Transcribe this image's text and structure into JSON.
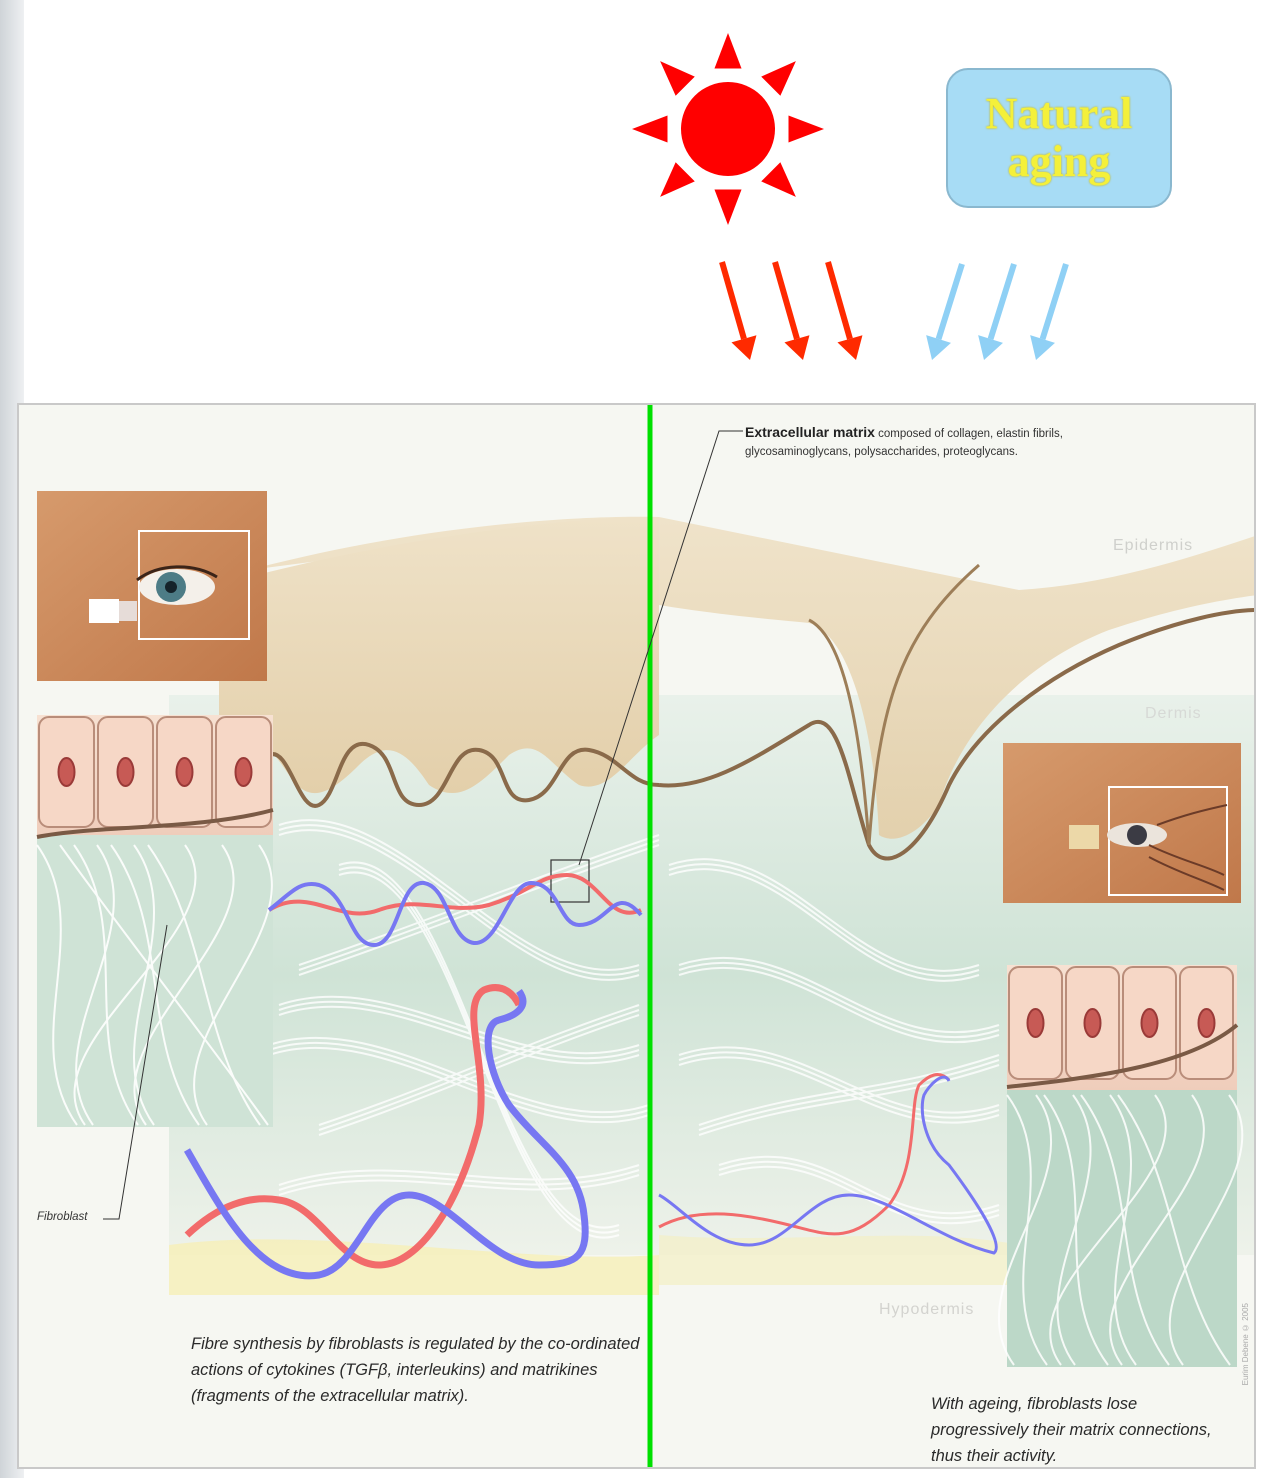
{
  "badge": {
    "text": "Natural\naging"
  },
  "colors": {
    "sun": "#ff0000",
    "uv_arrows": "#ff2a00",
    "aging_arrows": "#8fd0f5",
    "divider": "#00e000",
    "collagen_line": "#f26b6b",
    "elastin_line": "#7777f2"
  },
  "diagram": {
    "ecm_label": {
      "bold": "Extracellular matrix",
      "rest": " composed of collagen, elastin fibrils, glycosaminoglycans, polysaccharides, proteoglycans."
    },
    "layers": {
      "epidermis": "Epidermis",
      "dermis": "Dermis",
      "hypodermis": "Hypodermis"
    },
    "fibroblast_label": "Fibroblast",
    "caption_left": "Fibre synthesis by fibroblasts is regulated by the co-ordinated actions of cytokines (TGFβ, interleukins) and matrikines (fragments of the extracellular matrix).",
    "caption_right": "With ageing, fibroblasts lose progressively their matrix connections, thus their activity.",
    "credit": "Eurim Debene © 2005"
  }
}
